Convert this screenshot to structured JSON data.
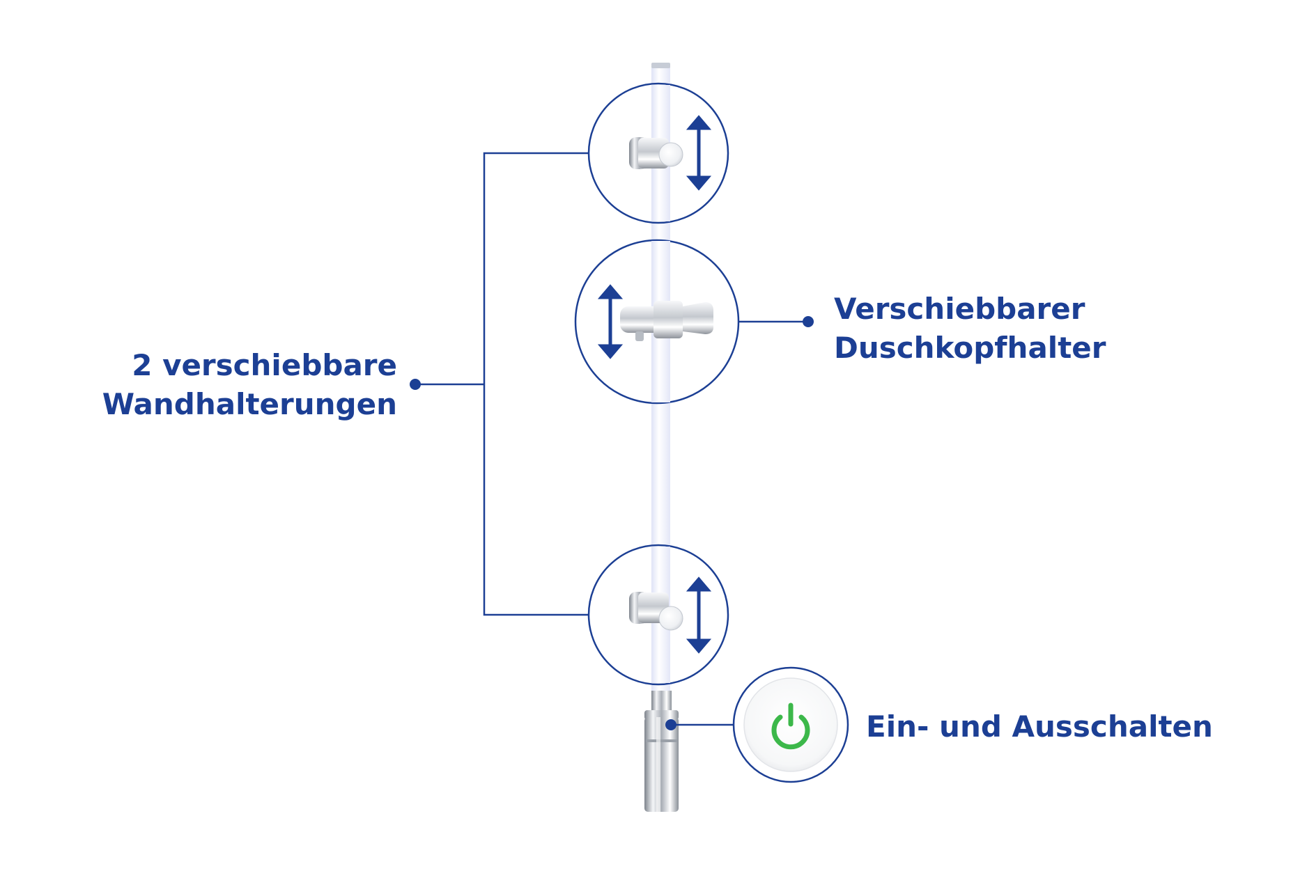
{
  "labels": {
    "wall_mounts": {
      "line1": "2 verschiebbare",
      "line2": "Wandhalterungen"
    },
    "shower_head_holder": {
      "line1": "Verschiebbarer",
      "line2": "Duschkopfhalter"
    },
    "on_off": "Ein- und Ausschalten"
  },
  "colors": {
    "accent_blue": "#1c3f94",
    "power_green": "#3cb84a",
    "rail_light": "#eef0fb",
    "chrome": "#c8ccd2"
  },
  "icons": [
    "double-arrow-icon",
    "power-icon"
  ]
}
